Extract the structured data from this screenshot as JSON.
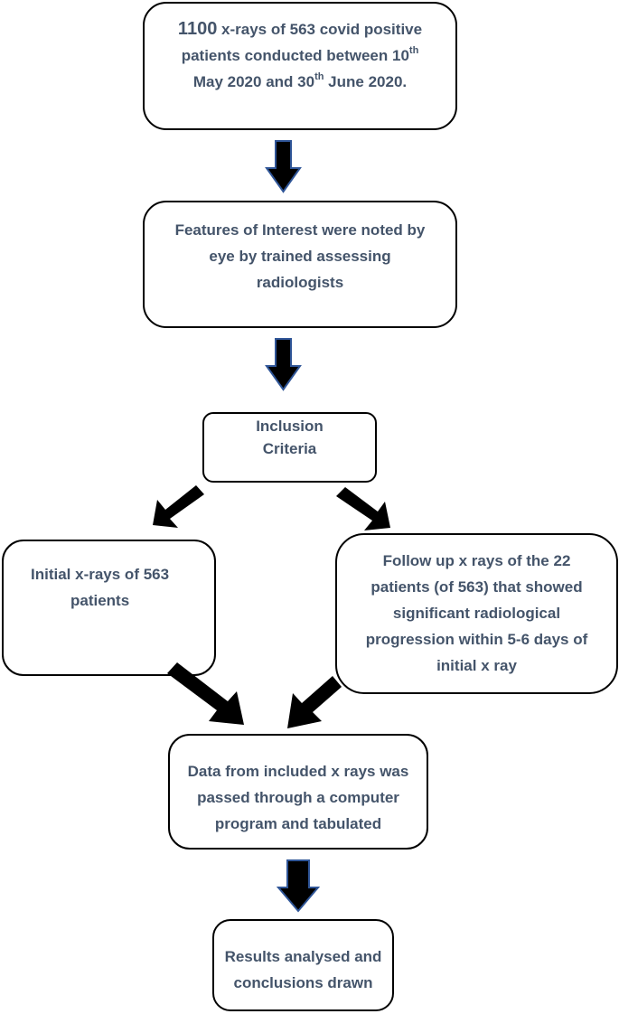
{
  "boxes": {
    "start": {
      "line1_count": "1100",
      "line1_rest": " x-rays of 563 covid positive",
      "line2_pre": "patients conducted between 10",
      "line2_sup": "th",
      "line3_pre": "May 2020 and 30",
      "line3_sup": "th",
      "line3_post": " June 2020."
    },
    "features": {
      "lines": [
        "Features of Interest were noted by",
        "eye by trained assessing",
        "radiologists"
      ]
    },
    "inclusion": {
      "lines": [
        "Inclusion",
        "Criteria"
      ]
    },
    "initial": {
      "lines": [
        "Initial x-rays of 563",
        "patients"
      ]
    },
    "followup": {
      "lines": [
        "Follow up x rays of the 22",
        "patients (of 563) that showed",
        "significant radiological",
        "progression within 5-6 days of",
        "initial x ray"
      ]
    },
    "data": {
      "lines": [
        "Data from included x rays was",
        "passed through a computer",
        "program and tabulated"
      ]
    },
    "results": {
      "lines": [
        "Results analysed and",
        "conclusions drawn"
      ]
    }
  },
  "colors": {
    "text": "#44546a",
    "box_border": "#000000",
    "down_arrow_fill": "#000000",
    "down_arrow_outline": "#2f5597",
    "diagonal_arrow_fill": "#000000"
  }
}
